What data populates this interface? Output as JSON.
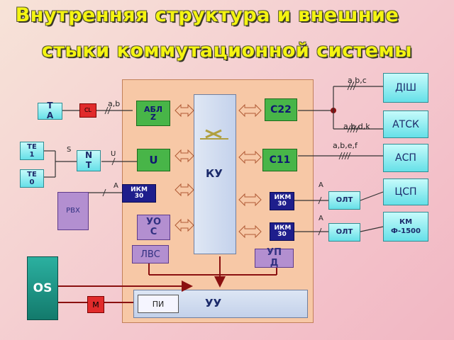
{
  "title": {
    "line1": "Внутренняя структура и внешние",
    "line2": "стыки коммутационной системы"
  },
  "colors": {
    "title_fill": "#f4f411",
    "panel": "#f7c8a6",
    "box_cyan": "#66e0e8",
    "box_green": "#48b548",
    "box_navy": "#1e1e8c",
    "box_purple": "#b38fd0",
    "box_red": "#e12b2b",
    "os_box": "#1b9a8a"
  },
  "nodes": {
    "ta": "ТА",
    "cl": "СL",
    "te1": "ТЕ1",
    "te0": "ТЕ0",
    "nt": "NT",
    "pbx": "PBX",
    "abl_z": "АБЛ Z",
    "u": "U",
    "ikm30_left": "ИКМ 30",
    "uos": "УОС",
    "lvs": "ЛВС",
    "ku": "КУ",
    "c22": "С22",
    "c11": "С11",
    "ikm30_right_1": "ИКМ 30",
    "ikm30_right_2": "ИКМ 30",
    "upd": "УПД",
    "uu": "УУ",
    "pi": "ПИ",
    "os": "OS",
    "m": "М",
    "dish": "ДІШ",
    "atsk": "АТСК",
    "asp": "АСП",
    "tssp": "ЦСП",
    "olt1": "ОЛТ",
    "olt2": "ОЛТ",
    "km": "КМ",
    "f1500": "Ф-1500"
  },
  "line_labels": {
    "ab": "a,b",
    "s": "S",
    "u": "U",
    "a_left": "А",
    "abc": "a,b,c",
    "abdk": "a,b,d,k",
    "abef": "a,b,e,f",
    "a_right1": "А",
    "a_right2": "А"
  }
}
